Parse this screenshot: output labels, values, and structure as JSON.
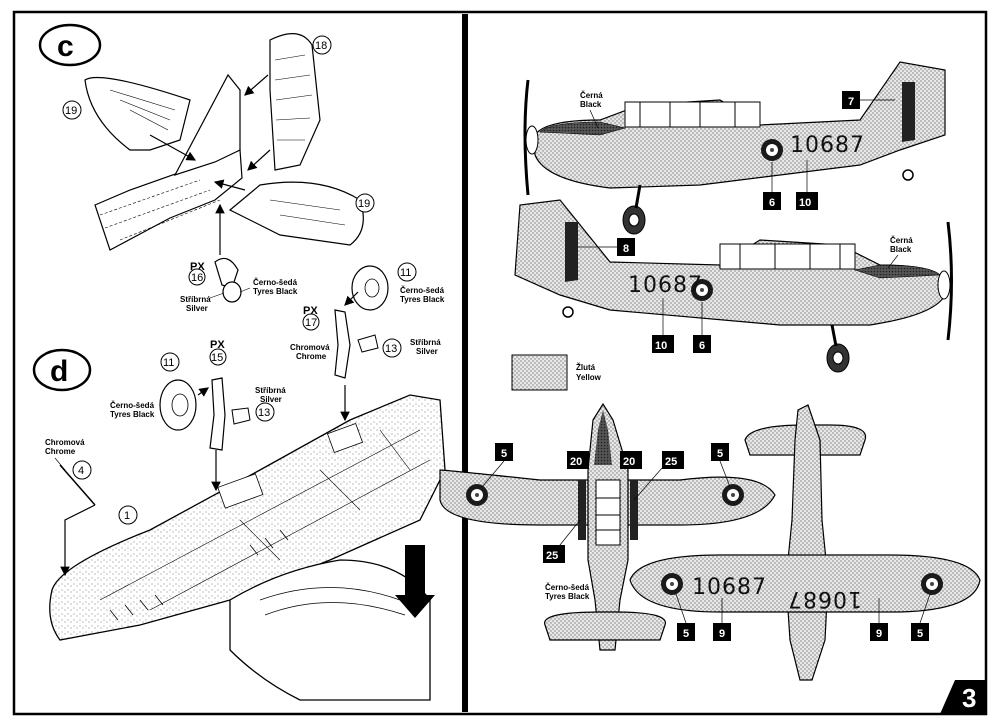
{
  "page_number": "3",
  "steps": {
    "c": {
      "letter": "c",
      "parts": [
        "18",
        "19",
        "19",
        "16",
        "17",
        "11",
        "13"
      ],
      "px_16": "PX",
      "px_17": "PX"
    },
    "d": {
      "letter": "d",
      "parts": [
        "15",
        "11",
        "13",
        "4",
        "1"
      ],
      "px_15": "PX"
    }
  },
  "labels": {
    "cerno_seda": "Černo-šedá",
    "tyres_black": "Tyres Black",
    "stribrna": "Stříbrná",
    "silver": "Silver",
    "chromova": "Chromová",
    "chrome": "Chrome",
    "cerna": "Černá",
    "black": "Black",
    "zluta": "Žlutá",
    "yellow": "Yellow"
  },
  "serial": "10687",
  "decals": [
    "7",
    "6",
    "10",
    "8",
    "10",
    "6",
    "5",
    "20",
    "20",
    "25",
    "5",
    "25",
    "5",
    "9",
    "9",
    "5"
  ],
  "colors": {
    "ink": "#000000",
    "aircraft_yellow_swatch": "#cfcfcf",
    "roundel_outer": "#1a1a1a",
    "roundel_mid": "#ffffff"
  }
}
